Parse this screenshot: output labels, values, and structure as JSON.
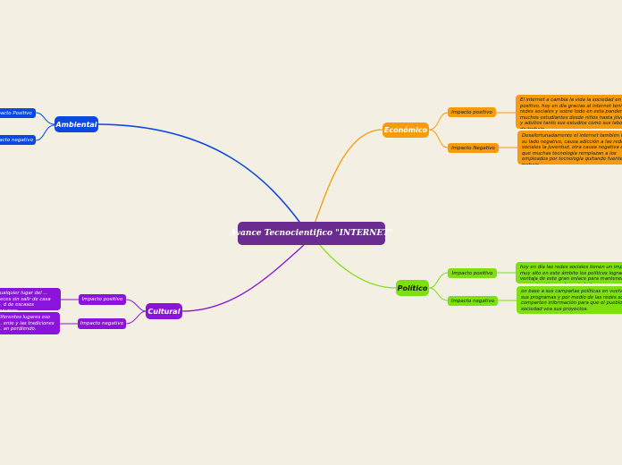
{
  "central": "Avance Tecnocientifico \"INTERNET\"",
  "colors": {
    "central": "#6a2c91",
    "ambiental": "#0b49e0",
    "economico": "#f59b0c",
    "politico": "#7ee010",
    "cultural": "#8a14d9"
  },
  "ambiental": {
    "label": "Ambiental",
    "positivo_label": "Impacto Positivo",
    "negativo_label": "Impacto negativo"
  },
  "economico": {
    "label": "Económico",
    "positivo_label": "Impacto positivo",
    "negativo_label": "Impacto Negativo",
    "positivo_text": "El internet a cambia la vida la sociedad en lo positivo, hoy en día gracias al internet teniendo redes sociales y sobre todo en esta pandemia muchos estudiantes desde niños hasta jóvenes y adultos tanto sus estudios como sus labores de trabajo",
    "negativo_text": "Desafortunadamente el internet también tiene su lado negativo, causa adicción a las redes sociales la juventud, otra causa negativa es que muchas tecnología remplazan a los empleados por tecnología quitando fuentes de trabajo."
  },
  "politico": {
    "label": "Político",
    "positivo_label": "Impacto positivo",
    "negativo_label": "Impacto negativo",
    "positivo_text": "hoy en día las redes sociales tienen un impacto muy alto en este ámbito los políticos logran ventaja de este gran enlace para mantener comunicación con la sociedad.",
    "negativo_text": "en base a sus campañas políticas en vuelven sus programas y por medio de las redes sociales comparten información para que el pueblo la sociedad vea sus proyectos."
  },
  "cultural": {
    "label": "Cultural",
    "positivo_label": "Impacto positivo",
    "negativo_label": "Impacto negativo",
    "positivo_text": "cualquier lugar del ... veces sin salir de casa ... d de escasos recursos.",
    "negativo_text": "diferentes lugares eso ... ente y las tradiciones ... an perdiendo."
  }
}
